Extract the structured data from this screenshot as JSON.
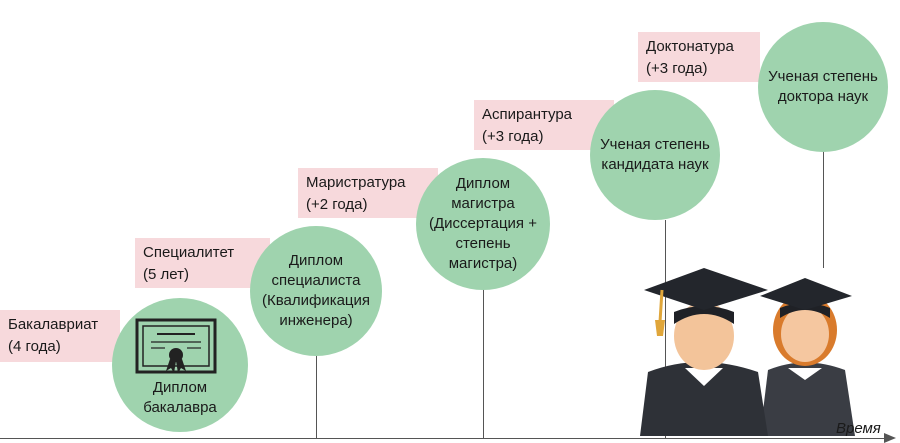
{
  "stages": [
    {
      "name": "Бакалавриат",
      "duration": "(4 года)",
      "result": "Диплом бакалавра"
    },
    {
      "name": "Специалитет",
      "duration": "(5 лет)",
      "result": "Диплом специалиста (Квалификация инженера)"
    },
    {
      "name": "Маристратура",
      "duration": "(+2 года)",
      "result": "Диплом магистра (Диссертация + степень магистра)"
    },
    {
      "name": "Аспирантура",
      "duration": "(+3 года)",
      "result": "Ученая степень кандидата наук"
    },
    {
      "name": "Доктонатура",
      "duration": "(+3 года)",
      "result": "Ученая степень доктора наук"
    }
  ],
  "axis_label": "Время",
  "icons": [
    "diploma-icon",
    "graduates-icon"
  ],
  "colors": {
    "circle": "#9fd3ae",
    "label_band": "#f7d9dc",
    "axis": "#555555"
  }
}
